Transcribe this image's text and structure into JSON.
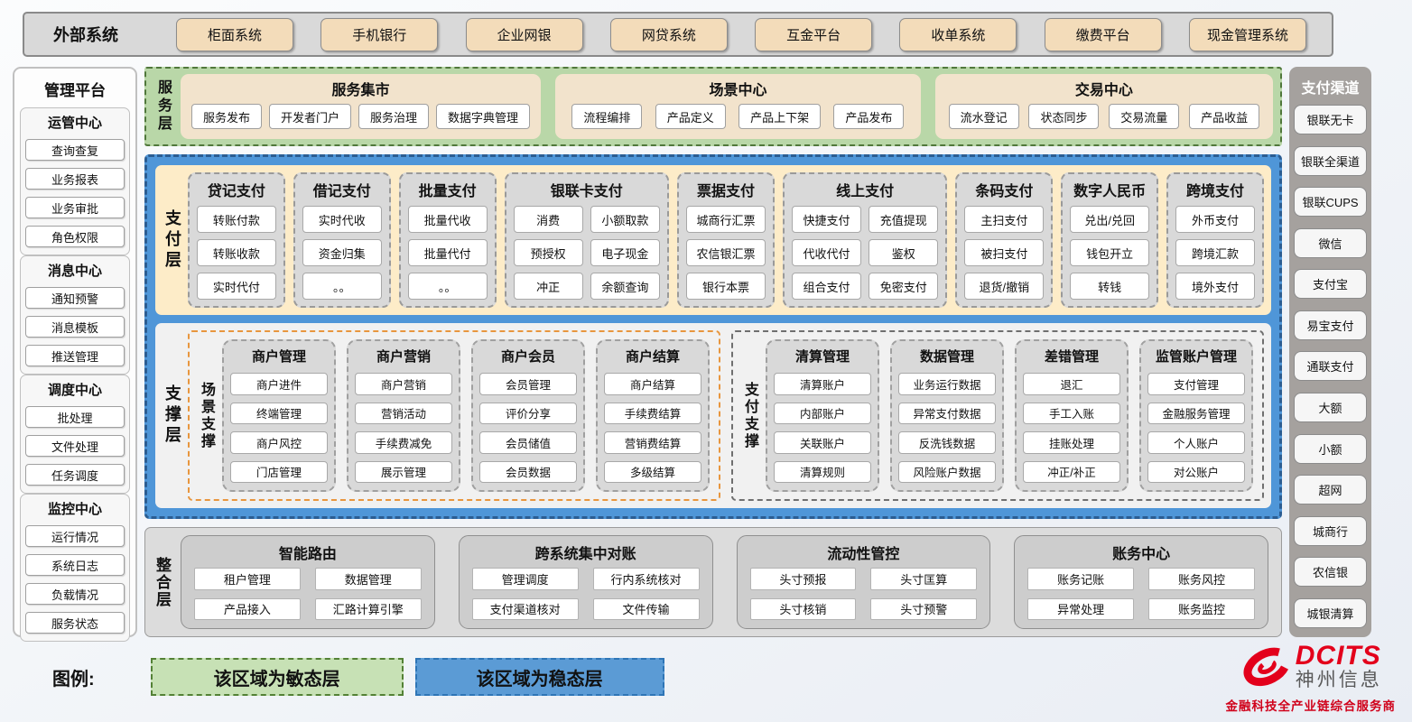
{
  "external": {
    "label": "外部系统",
    "systems": [
      "柜面系统",
      "手机银行",
      "企业网银",
      "网贷系统",
      "互金平台",
      "收单系统",
      "缴费平台",
      "现金管理系统"
    ]
  },
  "management": {
    "title": "管理平台",
    "groups": [
      {
        "title": "运管中心",
        "items": [
          "查询查复",
          "业务报表",
          "业务审批",
          "角色权限"
        ]
      },
      {
        "title": "消息中心",
        "items": [
          "通知预警",
          "消息模板",
          "推送管理"
        ]
      },
      {
        "title": "调度中心",
        "items": [
          "批处理",
          "文件处理",
          "任务调度"
        ]
      },
      {
        "title": "监控中心",
        "items": [
          "运行情况",
          "系统日志",
          "负载情况",
          "服务状态"
        ]
      }
    ]
  },
  "service_layer": {
    "label": "服务层",
    "panels": [
      {
        "title": "服务集市",
        "items": [
          "服务发布",
          "开发者门户",
          "服务治理",
          "数据字典管理"
        ]
      },
      {
        "title": "场景中心",
        "items": [
          "流程编排",
          "产品定义",
          "产品上下架",
          "产品发布"
        ]
      },
      {
        "title": "交易中心",
        "items": [
          "流水登记",
          "状态同步",
          "交易流量",
          "产品收益"
        ]
      }
    ]
  },
  "payment_layer": {
    "label": "支付层",
    "columns": [
      {
        "title": "贷记支付",
        "cols": 1,
        "items": [
          "转账付款",
          "转账收款",
          "实时代付"
        ]
      },
      {
        "title": "借记支付",
        "cols": 1,
        "items": [
          "实时代收",
          "资金归集",
          "。。"
        ]
      },
      {
        "title": "批量支付",
        "cols": 1,
        "items": [
          "批量代收",
          "批量代付",
          "。。"
        ]
      },
      {
        "title": "银联卡支付",
        "cols": 2,
        "items": [
          "消费",
          "小额取款",
          "预授权",
          "电子现金",
          "冲正",
          "余额查询"
        ]
      },
      {
        "title": "票据支付",
        "cols": 1,
        "items": [
          "城商行汇票",
          "农信银汇票",
          "银行本票"
        ]
      },
      {
        "title": "线上支付",
        "cols": 2,
        "items": [
          "快捷支付",
          "充值提现",
          "代收代付",
          "鉴权",
          "组合支付",
          "免密支付"
        ]
      },
      {
        "title": "条码支付",
        "cols": 1,
        "items": [
          "主扫支付",
          "被扫支付",
          "退货/撤销"
        ]
      },
      {
        "title": "数字人民币",
        "cols": 1,
        "items": [
          "兑出/兑回",
          "钱包开立",
          "转钱"
        ]
      },
      {
        "title": "跨境支付",
        "cols": 1,
        "items": [
          "外币支付",
          "跨境汇款",
          "境外支付"
        ]
      }
    ]
  },
  "support_layer": {
    "label": "支撑层",
    "sections": [
      {
        "label": "场景支撑",
        "accent": "orange",
        "columns": [
          {
            "title": "商户管理",
            "items": [
              "商户进件",
              "终端管理",
              "商户风控",
              "门店管理"
            ]
          },
          {
            "title": "商户营销",
            "items": [
              "商户营销",
              "营销活动",
              "手续费减免",
              "展示管理"
            ]
          },
          {
            "title": "商户会员",
            "items": [
              "会员管理",
              "评价分享",
              "会员储值",
              "会员数据"
            ]
          },
          {
            "title": "商户结算",
            "items": [
              "商户结算",
              "手续费结算",
              "营销费结算",
              "多级结算"
            ]
          }
        ]
      },
      {
        "label": "支付支撑",
        "accent": "gray",
        "columns": [
          {
            "title": "清算管理",
            "items": [
              "清算账户",
              "内部账户",
              "关联账户",
              "清算规则"
            ]
          },
          {
            "title": "数据管理",
            "items": [
              "业务运行数据",
              "异常支付数据",
              "反洗钱数据",
              "风险账户数据"
            ]
          },
          {
            "title": "差错管理",
            "items": [
              "退汇",
              "手工入账",
              "挂账处理",
              "冲正/补正"
            ]
          },
          {
            "title": "监管账户管理",
            "items": [
              "支付管理",
              "金融服务管理",
              "个人账户",
              "对公账户"
            ]
          }
        ]
      }
    ]
  },
  "integration_layer": {
    "label": "整合层",
    "panels": [
      {
        "title": "智能路由",
        "items": [
          "租户管理",
          "数据管理",
          "产品接入",
          "汇路计算引擎"
        ]
      },
      {
        "title": "跨系统集中对账",
        "items": [
          "管理调度",
          "行内系统核对",
          "支付渠道核对",
          "文件传输"
        ]
      },
      {
        "title": "流动性管控",
        "items": [
          "头寸预报",
          "头寸匡算",
          "头寸核销",
          "头寸预警"
        ]
      },
      {
        "title": "账务中心",
        "items": [
          "账务记账",
          "账务风控",
          "异常处理",
          "账务监控"
        ]
      }
    ]
  },
  "channels": {
    "title": "支付渠道",
    "items": [
      "银联无卡",
      "银联全渠道",
      "银联CUPS",
      "微信",
      "支付宝",
      "易宝支付",
      "通联支付",
      "大额",
      "小额",
      "超网",
      "城商行",
      "农信银",
      "城银清算"
    ]
  },
  "legend": {
    "label": "图例:",
    "agile": "该区域为敏态层",
    "stable": "该区域为稳态层"
  },
  "logo": {
    "brand": "DCITS",
    "company": "神州信息",
    "tagline": "金融科技全产业链综合服务商"
  },
  "colors": {
    "agile_green": "#b9d7a8",
    "agile_border": "#50783b",
    "stable_blue": "#4f96d8",
    "stable_border": "#2b5d92",
    "payment_wheat": "#fdecc8",
    "external_tan": "#f3dcba",
    "panel_gray": "#d9d9d9",
    "scene_accent_orange": "#e8963e",
    "brand_red": "#e3001b"
  }
}
